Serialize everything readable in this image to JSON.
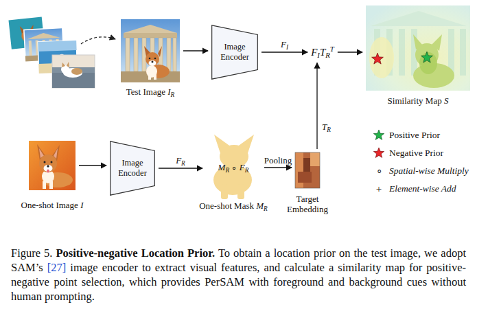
{
  "diagram": {
    "caption": "Figure 5. Positive-negative Location Prior. To obtain a location prior on the test image, we adopt SAM’s [27] image encoder to extract visual features, and calculate a similarity map for positive-negative point selection, which provides PerSAM with foreground and background cues without human prompting.",
    "nodes": [
      {
        "text": [
          "Test Image IR"
        ]
      },
      {
        "text": [
          "Image Encoder"
        ]
      },
      {
        "text": [
          "FITRT"
        ]
      },
      {
        "text": [
          "Similarity Map S"
        ]
      },
      {
        "text": [
          "One-shot Image I"
        ]
      },
      {
        "text": [
          "Image Encoder"
        ]
      },
      {
        "text": [
          "MR ∘ FR",
          "One-shot Mask MR"
        ]
      },
      {
        "text": [
          "Target Embedding"
        ]
      }
    ],
    "edges": [
      {
        "from": 0,
        "to": 1,
        "arrow": "to"
      },
      {
        "from": 1,
        "to": 2,
        "label": "FI",
        "arrow": "to"
      },
      {
        "from": 2,
        "to": 3,
        "arrow": "to"
      },
      {
        "from": 4,
        "to": 5,
        "arrow": "to"
      },
      {
        "from": 5,
        "to": 6,
        "label": "FR",
        "arrow": "to"
      },
      {
        "from": 6,
        "to": 7,
        "label": "Pooling",
        "arrow": "to"
      },
      {
        "from": 7,
        "to": 2,
        "label": "TR",
        "arrow": "to"
      }
    ],
    "labels": [
      "∘",
      "+"
    ],
    "legend": [
      {
        "text": "Positive Prior"
      },
      {
        "text": "Negative Prior"
      },
      {
        "text": "Spatial-wise Multiply"
      },
      {
        "text": "Element-wise Add"
      }
    ]
  }
}
